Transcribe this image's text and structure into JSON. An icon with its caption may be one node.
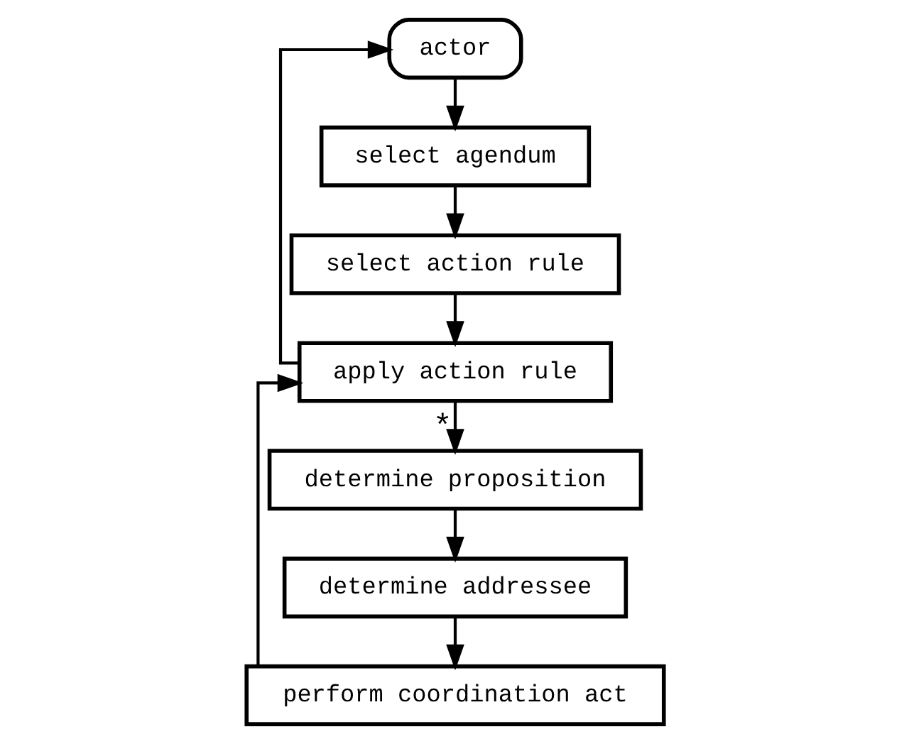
{
  "diagram": {
    "nodes": [
      {
        "text": [
          "actor"
        ]
      },
      {
        "text": [
          "select agendum"
        ]
      },
      {
        "text": [
          "select action rule"
        ]
      },
      {
        "text": [
          "apply action rule"
        ]
      },
      {
        "text": [
          "determine proposition"
        ]
      },
      {
        "text": [
          "determine addressee"
        ]
      },
      {
        "text": [
          "perform coordination act"
        ]
      }
    ],
    "edges": [
      {
        "from": 3,
        "to": 0,
        "arrow": "to"
      },
      {
        "from": 0,
        "to": 1,
        "arrow": "to"
      },
      {
        "from": 1,
        "to": 2,
        "arrow": "to"
      },
      {
        "from": 2,
        "to": 3,
        "arrow": "to"
      },
      {
        "from": 3,
        "to": 4,
        "arrow": "to",
        "label": "*"
      },
      {
        "from": 4,
        "to": 5,
        "arrow": "to"
      },
      {
        "from": 5,
        "to": 6,
        "arrow": "to"
      },
      {
        "from": 6,
        "to": 3,
        "arrow": "to"
      }
    ]
  }
}
